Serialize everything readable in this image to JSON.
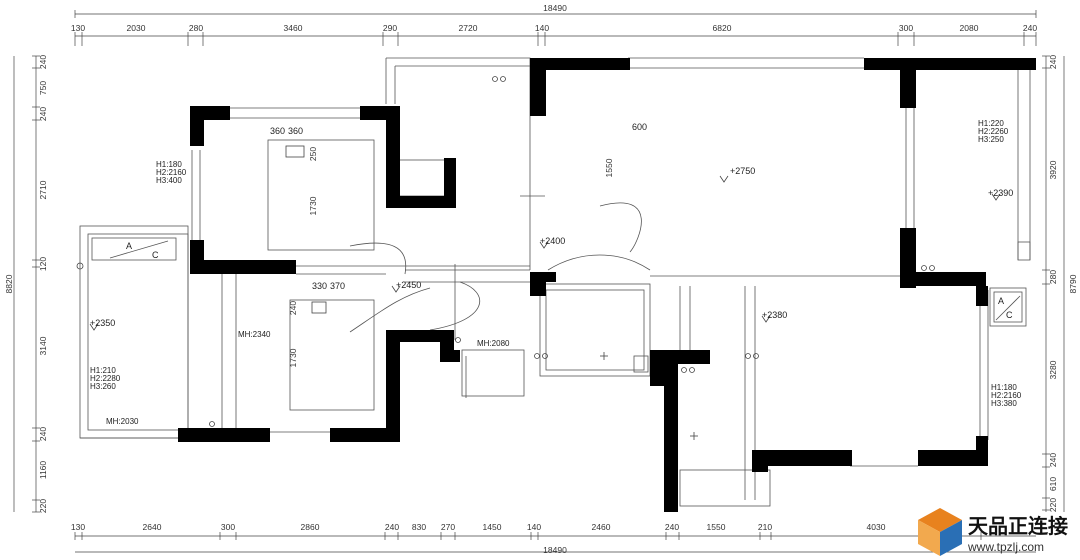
{
  "dimensions": {
    "top_total": "18490",
    "bottom_total": "18490",
    "left_total": "8820",
    "right_total": "8790",
    "top": [
      "130",
      "2030",
      "280",
      "3460",
      "290",
      "2720",
      "140",
      "6820",
      "300",
      "2080",
      "240"
    ],
    "bottom": [
      "130",
      "2640",
      "300",
      "2860",
      "240",
      "830",
      "270",
      "1450",
      "140",
      "2460",
      "240",
      "1550",
      "210",
      "4030"
    ],
    "left": [
      "240",
      "750",
      "240",
      "2710",
      "120",
      "3140",
      "240",
      "1160",
      "220"
    ],
    "right": [
      "240",
      "3920",
      "280",
      "3280",
      "240",
      "610",
      "220"
    ]
  },
  "annotations": {
    "levels": [
      "+2750",
      "+2390",
      "+2400",
      "+2450",
      "+2350",
      "+2380"
    ],
    "window_heights": {
      "bedroom_top_left": [
        "H1:180",
        "H2:2160",
        "H3:400"
      ],
      "room_top_right": [
        "H1:220",
        "H2:2260",
        "H3:250"
      ],
      "room_bottom_left": [
        "H1:210",
        "H2:2280",
        "H3:260"
      ],
      "room_bottom_right": [
        "H1:180",
        "H2:2160",
        "H3:380"
      ]
    },
    "door_heights": [
      "MH:2340",
      "MH:2080",
      "MH:2030"
    ],
    "bed_dims_top": [
      "360",
      "360",
      "250",
      "1730"
    ],
    "bed_dims_bottom": [
      "330",
      "370",
      "240",
      "1730"
    ],
    "living_dims": [
      "600",
      "1550"
    ],
    "ac_labels": [
      "A",
      "C",
      "A",
      "C"
    ]
  },
  "watermark": {
    "brand": "天品正连接",
    "url": "www.tpzlj.com",
    "brand_color": "#e8821e",
    "accent_color": "#2a6fb5"
  }
}
